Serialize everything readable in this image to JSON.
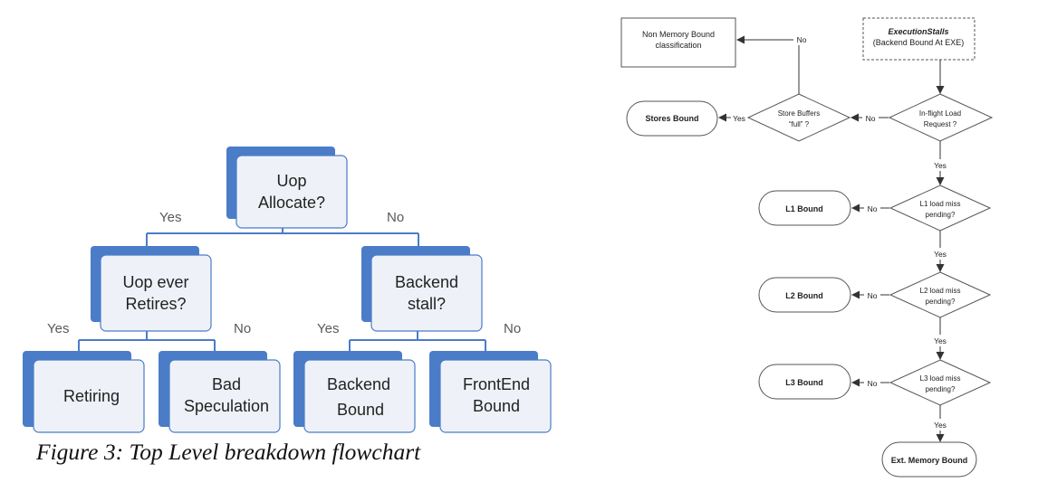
{
  "left": {
    "caption": "Figure 3: Top Level breakdown flowchart",
    "colors": {
      "box_fill": "#eef2f8",
      "box_shadow": "#4b7cc8",
      "line": "#4b7cc8",
      "label_text": "#595959"
    },
    "nodes": {
      "root": [
        "Uop",
        "Allocate?"
      ],
      "uop_retires": [
        "Uop ever",
        "Retires?"
      ],
      "backend_stall": [
        "Backend",
        "stall?"
      ],
      "retiring": [
        "Retiring"
      ],
      "bad_speculation": [
        "Bad",
        "Speculation"
      ],
      "backend_bound": [
        "Backend",
        "Bound"
      ],
      "frontend_bound": [
        "FrontEnd",
        "Bound"
      ]
    },
    "edge_labels": {
      "root_yes": "Yes",
      "root_no": "No",
      "retires_yes": "Yes",
      "retires_no": "No",
      "stall_yes": "Yes",
      "stall_no": "No"
    }
  },
  "right": {
    "colors": {
      "line": "#333333",
      "box_fill": "#ffffff",
      "stroke": "#444444"
    },
    "nodes": {
      "non_memory": [
        "Non Memory Bound",
        "classification"
      ],
      "execution_stalls": [
        "ExecutionStalls",
        "(Backend Bound At EXE)"
      ],
      "store_buffers": [
        "Store Buffers",
        "“full” ?"
      ],
      "inflight": [
        "In-flight Load",
        "Request ?"
      ],
      "stores_bound": "Stores Bound",
      "l1_miss": [
        "L1 load miss",
        "pending?"
      ],
      "l1_bound": "L1 Bound",
      "l2_miss": [
        "L2 load miss",
        "pending?"
      ],
      "l2_bound": "L2 Bound",
      "l3_miss": [
        "L3 load miss",
        "pending?"
      ],
      "l3_bound": "L3 Bound",
      "ext_memory": "Ext. Memory Bound"
    },
    "edge_labels": {
      "sb_no": "No",
      "sb_yes": "Yes",
      "inflight_no": "No",
      "inflight_yes": "Yes",
      "l1_no": "No",
      "l1_yes": "Yes",
      "l2_no": "No",
      "l2_yes": "Yes",
      "l3_no": "No",
      "l3_yes": "Yes"
    }
  }
}
